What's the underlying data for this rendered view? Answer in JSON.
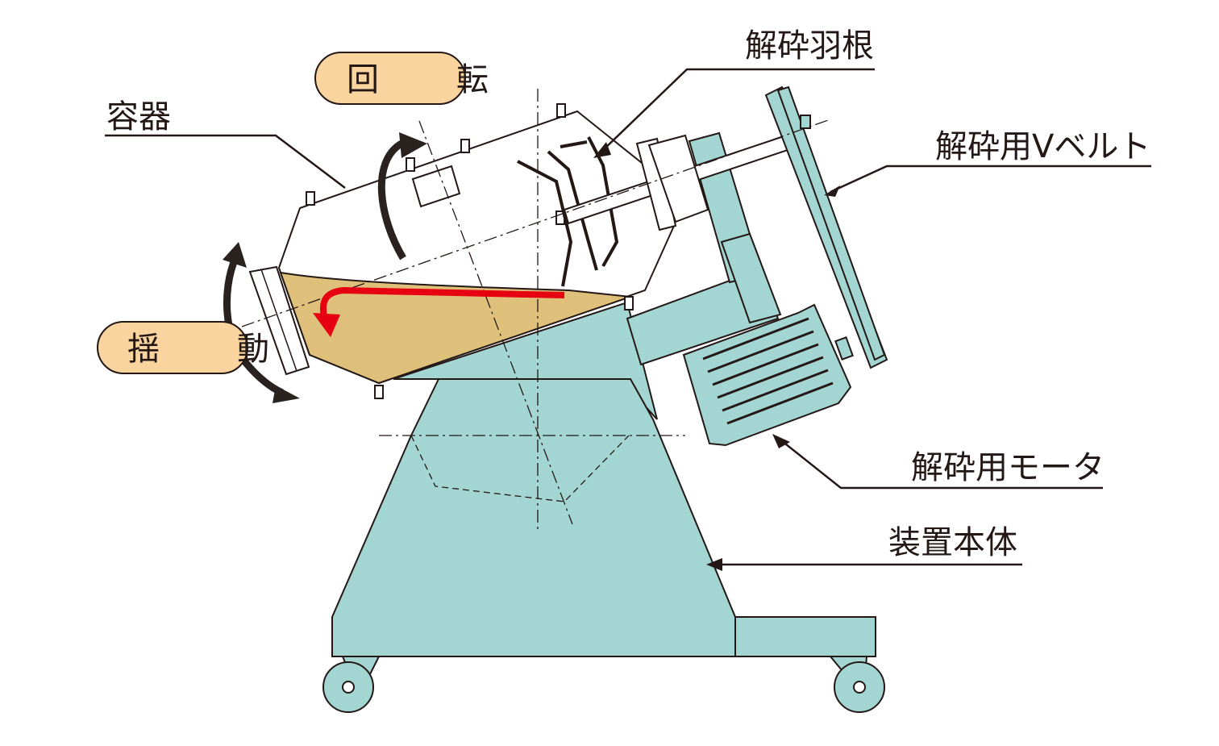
{
  "labels": {
    "container": "容器",
    "rotation": "回　転",
    "rocking": "揺　動",
    "crushing_blade": "解砕羽根",
    "crushing_v_belt": "解砕用Vベルト",
    "crushing_motor": "解砕用モータ",
    "main_body": "装置本体"
  },
  "colors": {
    "machine_body": "#a3d6d3",
    "powder": "#dfc07a",
    "badge_fill": "#f9d49f",
    "flow_arrow": "#e60012",
    "outline": "#231815",
    "motion_arrow": "#2a221e"
  },
  "icons": {
    "rotation_arrow": "curved-arrow-icon",
    "rocking_arrow": "double-curved-arrow-icon",
    "flow_arrow": "return-flow-arrow-icon"
  }
}
